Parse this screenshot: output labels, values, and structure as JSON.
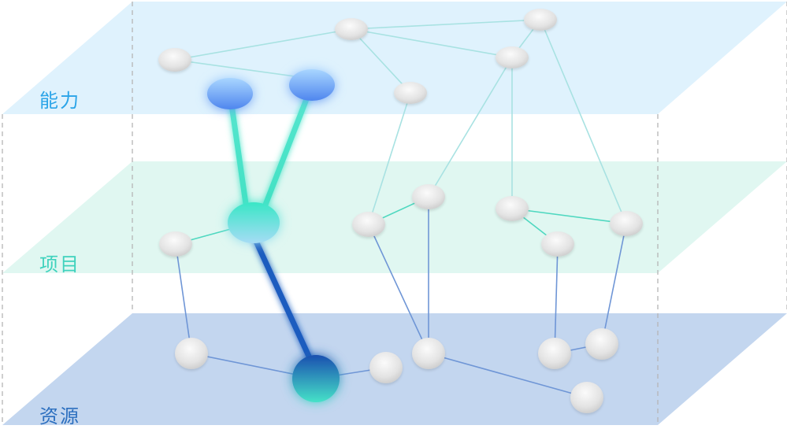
{
  "layers": {
    "ability": {
      "label": "能力",
      "color": "#2aa4e8",
      "plane_color": "#dff2fd"
    },
    "project": {
      "label": "项目",
      "color": "#3fd2bd",
      "plane_color": "#e0f7f1"
    },
    "resource": {
      "label": "资源",
      "color": "#2c6fbf",
      "plane_color": "#c3d6ef"
    }
  },
  "colors": {
    "ability_edge": "#a8e2e2",
    "project_edge": "#4fd8c0",
    "resource_edge": "#6f96d6",
    "highlight_blue": "#5b8ff0",
    "highlight_cyan": "#3fe6c8",
    "highlight_dark": "#1d5bbf",
    "node_gray": "#e6e6e6"
  }
}
